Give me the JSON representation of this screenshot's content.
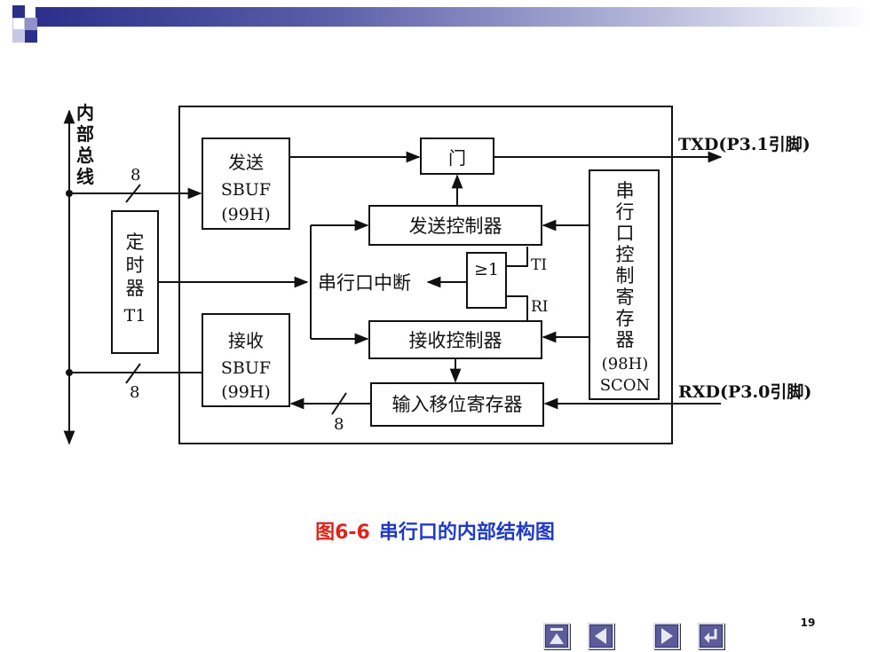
{
  "diagram": {
    "bus_label": [
      "内",
      "部",
      "总",
      "线"
    ],
    "bus_width_top": "8",
    "bus_width_bottom": "8",
    "send_sbuf": {
      "line1": "发送",
      "line2": "SBUF",
      "line3": "(99H)"
    },
    "gate": "门",
    "txd": "TXD(P3.1引脚)",
    "send_ctrl": "发送控制器",
    "timer": {
      "chars": [
        "定",
        "时",
        "器"
      ],
      "name": "T1"
    },
    "or_gate": "≥1",
    "ti": "TI",
    "ri": "RI",
    "interrupt": "串行口中断",
    "scon": {
      "chars": [
        "串",
        "行",
        "口",
        "控",
        "制",
        "寄",
        "存",
        "器"
      ],
      "addr": "(98H)",
      "name": "SCON"
    },
    "recv_sbuf": {
      "line1": "接收",
      "line2": "SBUF",
      "line3": "(99H)"
    },
    "recv_ctrl": "接收控制器",
    "shift_reg": "输入移位寄存器",
    "shift_width": "8",
    "rxd": "RXD(P3.0引脚)"
  },
  "caption": {
    "number": "图6-6",
    "title": "串行口的内部结构图"
  },
  "page_number": "19",
  "nav": [
    "home-icon",
    "previous-icon",
    "next-icon",
    "return-icon"
  ],
  "colors": {
    "header_bar": "#2b2f8a",
    "caption_number": "#e0241b",
    "caption_title": "#1f39c8",
    "nav_button": "#5c5c9a"
  }
}
